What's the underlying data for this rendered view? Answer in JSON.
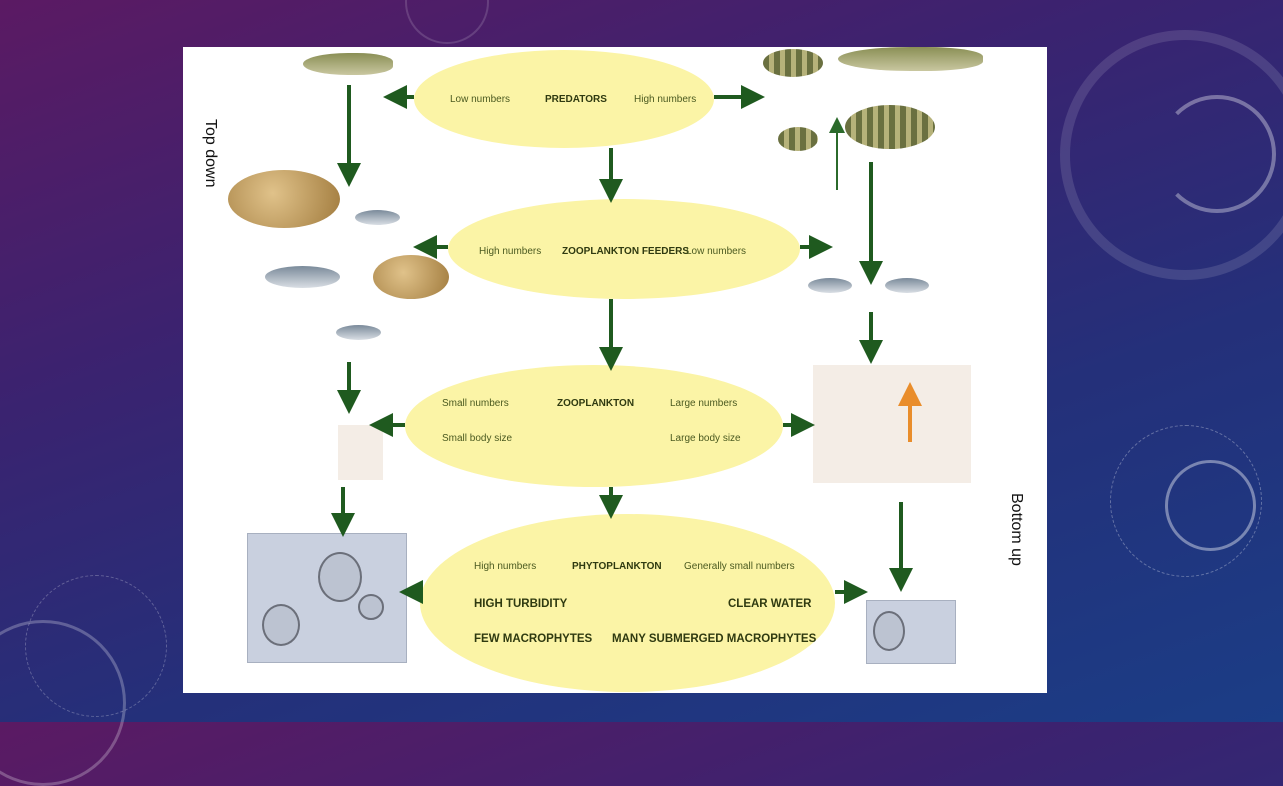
{
  "slide": {
    "side_labels": {
      "top_down": "Top down",
      "bottom_up": "Bottom up"
    },
    "levels": [
      {
        "name": "PREDATORS",
        "left": "Low numbers",
        "right": "High numbers"
      },
      {
        "name": "ZOOPLANKTON FEEDERS",
        "left": "High numbers",
        "right": "Low numbers"
      },
      {
        "name": "ZOOPLANKTON",
        "left": "Small numbers",
        "right": "Large numbers",
        "left2": "Small body size",
        "right2": "Large body size"
      },
      {
        "name": "PHYTOPLANKTON",
        "left": "High numbers",
        "right": "Generally small numbers",
        "left2": "HIGH TURBIDITY",
        "right2": "CLEAR WATER",
        "left3": "FEW MACROPHYTES",
        "right3": "MANY SUBMERGED MACROPHYTES"
      }
    ]
  },
  "colors": {
    "background_start": "#5b1a63",
    "background_end": "#1b3d86",
    "ellipse_fill": "#fbf4a6",
    "arrow": "#1f5a1f",
    "up_arrow": "#e98d2b"
  }
}
